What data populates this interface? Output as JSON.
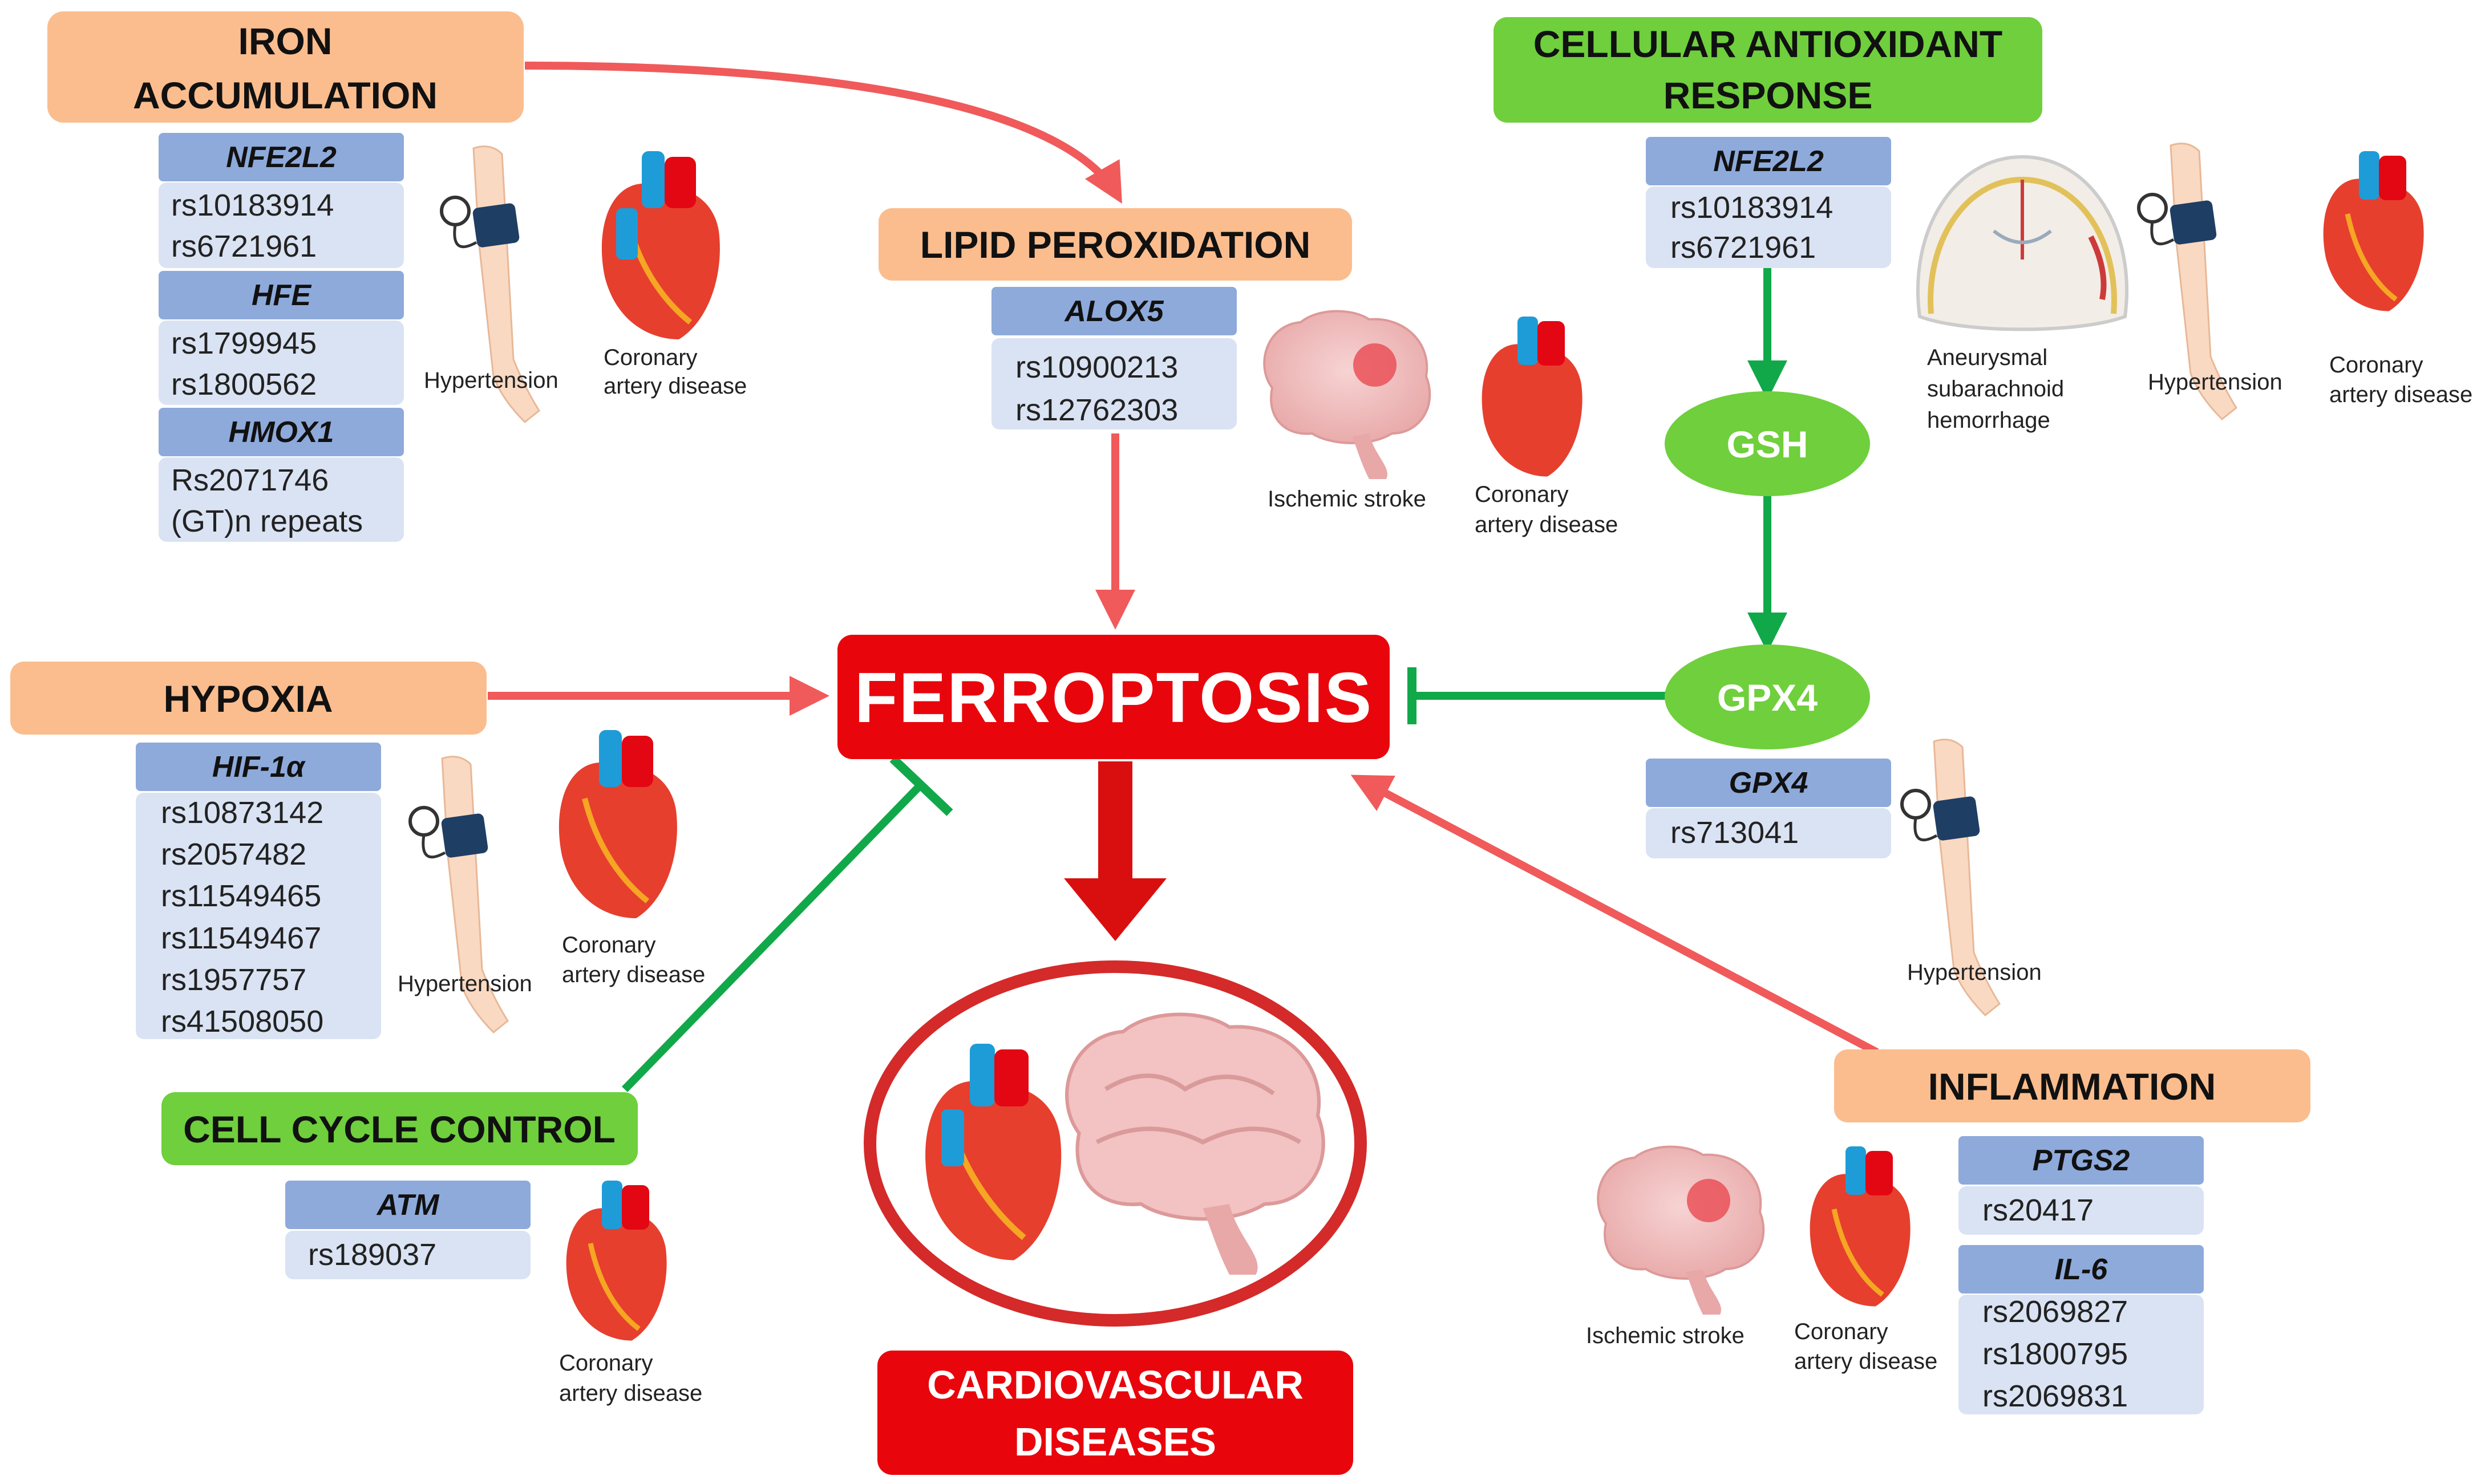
{
  "colors": {
    "factor_orange": "#fbbd8e",
    "factor_green": "#6fcf3c",
    "gene_blue": "#8eaadb",
    "snp_bg": "#dae3f3",
    "red": "#e8060c",
    "arrow_red": "#f05a5a",
    "arrow_green": "#11a84a",
    "node_green": "#6fcf3c"
  },
  "center": {
    "title": "FERROPTOSIS"
  },
  "outcome": {
    "line1": "CARDIOVASCULAR",
    "line2": "DISEASES"
  },
  "nodes": {
    "gsh": "GSH",
    "gpx4": "GPX4"
  },
  "factors": {
    "iron": {
      "title_line1": "IRON",
      "title_line2": "ACCUMULATION",
      "genes": [
        {
          "name": "NFE2L2",
          "snps": [
            "rs10183914",
            "rs6721961"
          ]
        },
        {
          "name": "HFE",
          "snps": [
            "rs1799945",
            "rs1800562"
          ]
        },
        {
          "name": "HMOX1",
          "snps": [
            "Rs2071746",
            "(GT)n repeats"
          ]
        }
      ],
      "diseases": [
        "Hypertension",
        "Coronary",
        "artery disease"
      ]
    },
    "lipid": {
      "title": "LIPID PEROXIDATION",
      "genes": [
        {
          "name": "ALOX5",
          "snps": [
            "rs10900213",
            "rs12762303"
          ]
        }
      ],
      "diseases": [
        "Ischemic stroke",
        "Coronary",
        "artery disease"
      ]
    },
    "antioxidant": {
      "title_line1": "CELLULAR ANTIOXIDANT",
      "title_line2": "RESPONSE",
      "genes": [
        {
          "name": "NFE2L2",
          "snps": [
            "rs10183914",
            "rs6721961"
          ]
        }
      ],
      "diseases": [
        "Aneurysmal",
        "subarachnoid",
        "hemorrhage",
        "Hypertension",
        "Coronary",
        "artery disease"
      ]
    },
    "gpx4": {
      "genes": [
        {
          "name": "GPX4",
          "snps": [
            "rs713041"
          ]
        }
      ],
      "diseases": [
        "Hypertension"
      ]
    },
    "hypoxia": {
      "title": "HYPOXIA",
      "genes": [
        {
          "name": "HIF-1α",
          "snps": [
            "rs10873142",
            "rs2057482",
            "rs11549465",
            "rs11549467",
            "rs1957757",
            "rs41508050"
          ]
        }
      ],
      "diseases": [
        "Hypertension",
        "Coronary",
        "artery disease"
      ]
    },
    "cellcycle": {
      "title": "CELL CYCLE CONTROL",
      "genes": [
        {
          "name": "ATM",
          "snps": [
            "rs189037"
          ]
        }
      ],
      "diseases": [
        "Coronary",
        "artery disease"
      ]
    },
    "inflammation": {
      "title": "INFLAMMATION",
      "genes": [
        {
          "name": "PTGS2",
          "snps": [
            "rs20417"
          ]
        },
        {
          "name": "IL-6",
          "snps": [
            "rs2069827",
            "rs1800795",
            "rs2069831"
          ]
        }
      ],
      "diseases": [
        "Ischemic stroke",
        "Coronary",
        "artery disease"
      ]
    }
  }
}
